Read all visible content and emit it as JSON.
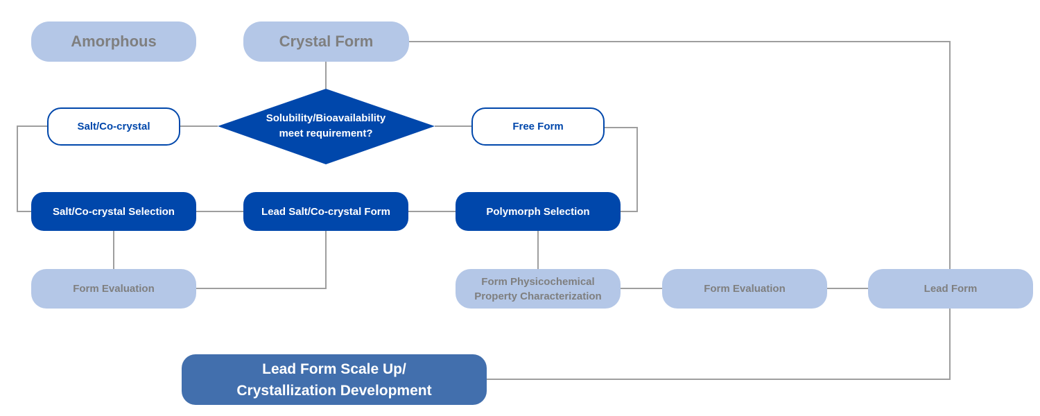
{
  "nodes": {
    "amorphous": "Amorphous",
    "crystal_form": "Crystal Form",
    "decision": "Solubility/Bioavailability\nmeet requirement?",
    "salt_cocrystal": "Salt/Co-crystal",
    "free_form": "Free Form",
    "salt_cocrystal_selection": "Salt/Co-crystal Selection",
    "lead_salt_cocrystal_form": "Lead Salt/Co-crystal Form",
    "polymorph_selection": "Polymorph Selection",
    "form_evaluation_left": "Form Evaluation",
    "physicochemical_characterization": "Form Physicochemical\nProperty Characterization",
    "form_evaluation_right": "Form Evaluation",
    "lead_form": "Lead Form",
    "scale_up": "Lead Form Scale Up/\nCrystallization Development"
  },
  "colors": {
    "light_fill": "#b4c7e7",
    "light_text": "#7f7f7f",
    "dark_fill": "#0047ab",
    "final_fill": "#426fad",
    "connector": "#9e9e9e"
  }
}
